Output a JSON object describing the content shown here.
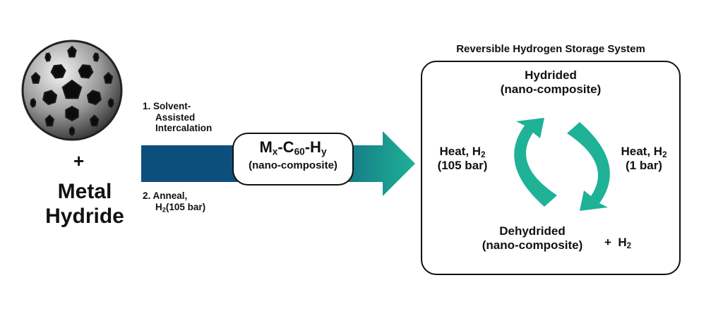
{
  "reactants": {
    "plus": "+",
    "line1": "Metal",
    "line2": "Hydride"
  },
  "steps": {
    "step1": {
      "line1": "1. Solvent-",
      "line2": "Assisted",
      "line3": "Intercalation"
    },
    "step2": {
      "line1": "2. Anneal,",
      "h": "H",
      "h_sub": "2",
      "rest": "(105 bar)"
    }
  },
  "composite": {
    "m": "M",
    "m_sub": "x",
    "c": "-C",
    "c_sub": "60",
    "h": "-H",
    "h_sub": "y",
    "subtitle": "(nano-composite)"
  },
  "system": {
    "title": "Reversible Hydrogen Storage System",
    "hydrided": {
      "line1": "Hydrided",
      "line2": "(nano-composite)"
    },
    "heat_left": {
      "line1": "Heat, H",
      "sub": "2",
      "line2": "(105 bar)"
    },
    "heat_right": {
      "line1": "Heat, H",
      "sub": "2",
      "line2": "(1 bar)"
    },
    "dehydrided": {
      "line1": "Dehydrided",
      "line2": "(nano-composite)"
    },
    "plus_h2": {
      "plus": "+",
      "h": "H",
      "sub": "2"
    }
  },
  "colors": {
    "arrow_navy": "#0d4f7c",
    "arrow_teal": "#1fb296",
    "cycle_teal": "#1fb296",
    "text": "#111111"
  },
  "icons": {
    "fullerene": "fullerene-icon"
  }
}
